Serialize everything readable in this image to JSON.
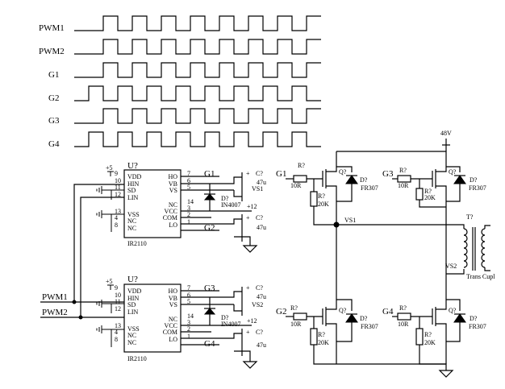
{
  "waveforms": {
    "labels": [
      "PWM1",
      "PWM2",
      "G1",
      "G2",
      "G3",
      "G4"
    ]
  },
  "ic": {
    "ref": "U?",
    "part": "IR2110",
    "left_pins": [
      {
        "num": "9",
        "name": "VDD"
      },
      {
        "num": "10",
        "name": "HIN"
      },
      {
        "num": "11",
        "name": "SD"
      },
      {
        "num": "12",
        "name": "LIN"
      },
      {
        "num": "13",
        "name": "VSS"
      },
      {
        "num": "4",
        "name": "NC"
      },
      {
        "num": "8",
        "name": "NC"
      }
    ],
    "right_pins": [
      {
        "num": "7",
        "name": "HO"
      },
      {
        "num": "6",
        "name": "VB"
      },
      {
        "num": "5",
        "name": "VS"
      },
      {
        "num": "14",
        "name": "NC"
      },
      {
        "num": "3",
        "name": "VCC"
      },
      {
        "num": "2",
        "name": "COM"
      },
      {
        "num": "1",
        "name": "LO"
      }
    ],
    "supply": "+5"
  },
  "driver1": {
    "ho_net": "G1",
    "lo_net": "G2",
    "vs_net": "VS1"
  },
  "driver2": {
    "ho_net": "G3",
    "lo_net": "G4",
    "vs_net": "VS2"
  },
  "bootstrap": {
    "ref": "D?",
    "part": "IN4007",
    "supply": "+12"
  },
  "capacitor": {
    "ref": "C?",
    "value": "47u"
  },
  "inputs": {
    "pwm1": "PWM1",
    "pwm2": "PWM2"
  },
  "bridge": {
    "supply": "48V",
    "gate_resistor": {
      "ref": "R?",
      "value": "10R"
    },
    "pulldown": {
      "ref": "R?",
      "value": "20K"
    },
    "mosfet": "Q?",
    "diode": {
      "ref": "D?",
      "part": "FR307"
    },
    "gates": {
      "g1": "G1",
      "g2": "G2",
      "g3": "G3",
      "g4": "G4"
    },
    "vs1": "VS1",
    "vs2": "VS2",
    "transformer": {
      "ref": "T?",
      "label": "Trans Cupl"
    }
  }
}
